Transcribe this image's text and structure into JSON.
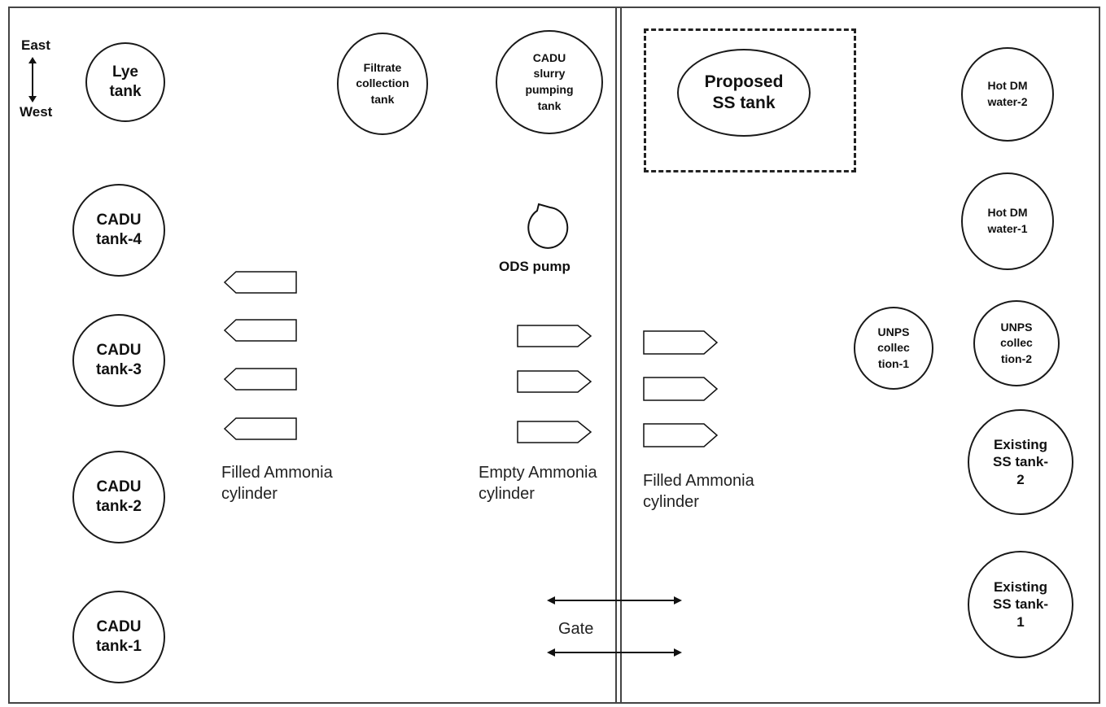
{
  "compass": {
    "top": "East",
    "bottom": "West"
  },
  "tanks": {
    "lye": "Lye\ntank",
    "cadu4": "CADU\ntank-4",
    "cadu3": "CADU\ntank-3",
    "cadu2": "CADU\ntank-2",
    "cadu1": "CADU\ntank-1",
    "filtrate": "Filtrate\ncollection\ntank",
    "cadu_slurry": "CADU\nslurry\npumping\ntank",
    "proposed_ss": "Proposed\nSS tank",
    "hot_dm2": "Hot DM\nwater-2",
    "hot_dm1": "Hot DM\nwater-1",
    "unps1": "UNPS\ncollec\ntion-1",
    "unps2": "UNPS\ncollec\ntion-2",
    "existing_ss2": "Existing\nSS tank-\n2",
    "existing_ss1": "Existing\nSS tank-\n1"
  },
  "pump": {
    "label": "ODS pump"
  },
  "groups": {
    "filled_left": "Filled Ammonia\ncylinder",
    "empty_mid": "Empty Ammonia\ncylinder",
    "filled_right": "Filled Ammonia\ncylinder"
  },
  "gate": {
    "label": "Gate"
  }
}
